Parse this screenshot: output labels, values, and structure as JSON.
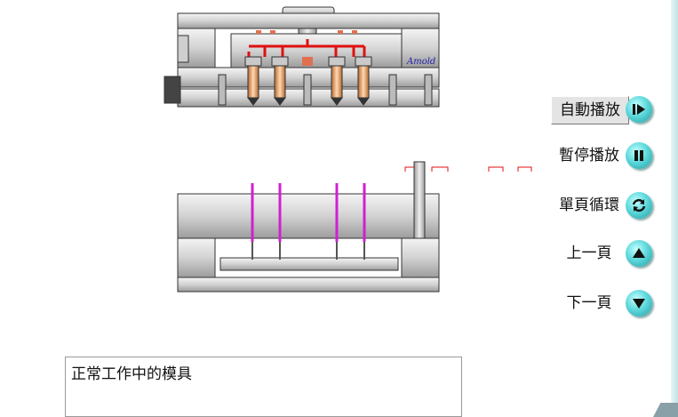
{
  "diagram": {
    "logo_text": "Amold",
    "colors": {
      "runner": "#e01010",
      "ejector_pin": "#d020d0",
      "nozzle": "#e6a070",
      "steel": "#d6d6d6",
      "outline": "#333333",
      "signature": "#2222aa"
    }
  },
  "controls": {
    "autoplay": {
      "label": "自動播放",
      "icon": "play-step-icon"
    },
    "pause": {
      "label": "暫停播放",
      "icon": "pause-icon"
    },
    "loop": {
      "label": "單頁循環",
      "icon": "refresh-icon"
    },
    "prev": {
      "label": "上一頁",
      "icon": "triangle-up-icon"
    },
    "next": {
      "label": "下一頁",
      "icon": "triangle-down-icon"
    }
  },
  "caption": "正常工作中的模具"
}
